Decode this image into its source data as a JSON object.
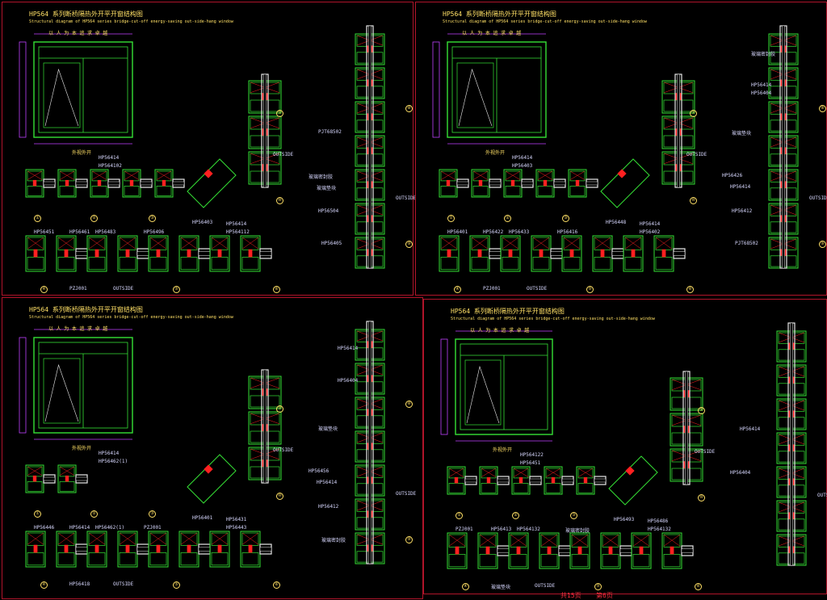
{
  "colors": {
    "frame": "#b0142a",
    "line": "#35e035",
    "gasket": "#ff2020",
    "glass": "#e8e8e8",
    "text": "#ffe066",
    "label": "#d8d8ff",
    "dim": "#c040ff"
  },
  "sheets": [
    {
      "title": "HP564  系列断桥隔热外开平开窗结构图",
      "subtitle": "Structural diagram of HP564 series bridge-cut-off energy-saving out-side-hang window",
      "slogan": "以 人 为 本   追 求 卓 越",
      "window_caption": "外视外开",
      "outside": [
        "OUTSIDE",
        "OUTSIDE",
        "OUTSIDE"
      ],
      "labels": [
        "HP56414",
        "HP564102",
        "HP56403",
        "HP56414",
        "HP564112",
        "HP56451",
        "HP56461",
        "HP56483",
        "HP56496",
        "PZJ001",
        "PJT68502",
        "玻璃密封胶",
        "玻璃垫块",
        "HP56504",
        "HP56405"
      ],
      "numbers": [
        "①",
        "②",
        "③",
        "④",
        "⑤",
        "⑥",
        "⑦",
        "⑧",
        "⑨",
        "⑩"
      ]
    },
    {
      "title": "HP564  系列断桥隔热外开平开窗结构图",
      "subtitle": "Structural diagram of HP564 series bridge-cut-off energy-saving out-side-hang window",
      "slogan": "以 人 为 本   追 求 卓 越",
      "window_caption": "外视外开",
      "outside": [
        "OUTSIDE",
        "OUTSIDE",
        "OUTSIDE"
      ],
      "labels": [
        "HP56414",
        "HP56403",
        "HP56448",
        "HP56414",
        "HP56402",
        "HP56401",
        "HP56422",
        "HP56433",
        "HP56416",
        "PZJ001",
        "玻璃垫块",
        "HP56426",
        "HP56414",
        "HP56412",
        "PJT68502",
        "玻璃密封胶",
        "HP56414",
        "HP56404"
      ],
      "numbers": [
        "①",
        "②",
        "③",
        "④",
        "⑤",
        "⑥",
        "⑦",
        "⑧",
        "⑨",
        "⑩"
      ]
    },
    {
      "title": "HP564  系列断桥隔热外开平开窗结构图",
      "subtitle": "Structural diagram of HP564 series bridge-cut-off energy-saving out-side-hang window",
      "slogan": "以 人 为 本   追 求 卓 越",
      "window_caption": "外视外开",
      "outside": [
        "OUTSIDE",
        "OUTSIDE",
        "OUTSIDE"
      ],
      "labels": [
        "HP56414",
        "HP56462(1)",
        "HP56401",
        "HP56431",
        "HP56443",
        "HP56446",
        "HP56414",
        "HP56462(1)",
        "PZJ001",
        "HP56418",
        "玻璃垫块",
        "HP56456",
        "HP56414",
        "HP56412",
        "玻璃密封胶",
        "HP56414",
        "HP56404"
      ],
      "numbers": [
        "①",
        "②",
        "③",
        "④",
        "⑤",
        "⑥",
        "⑦",
        "⑧",
        "⑨",
        "⑩"
      ]
    },
    {
      "title": "HP564  系列断桥隔热外开平开窗结构图",
      "subtitle": "Structural diagram of HP564 series bridge-cut-off energy-saving out-side-hang window",
      "slogan": "以 人 为 本   追 求 卓 越",
      "window_caption": "外视外开",
      "outside": [
        "OUTSIDE",
        "OUTSIDE",
        "OUTSIDE"
      ],
      "labels": [
        "HP564122",
        "HP56451",
        "HP56493",
        "HP56486",
        "HP564132",
        "PZJ001",
        "HP56413",
        "HP564132",
        "玻璃密封胶",
        "玻璃垫块",
        "HP56414",
        "HP56404"
      ],
      "numbers": [
        "①",
        "②",
        "③",
        "④",
        "⑤",
        "⑥",
        "⑦",
        "⑧",
        "⑨",
        "⑩"
      ]
    }
  ],
  "footer": {
    "total": "共15页",
    "page": "第6页"
  }
}
